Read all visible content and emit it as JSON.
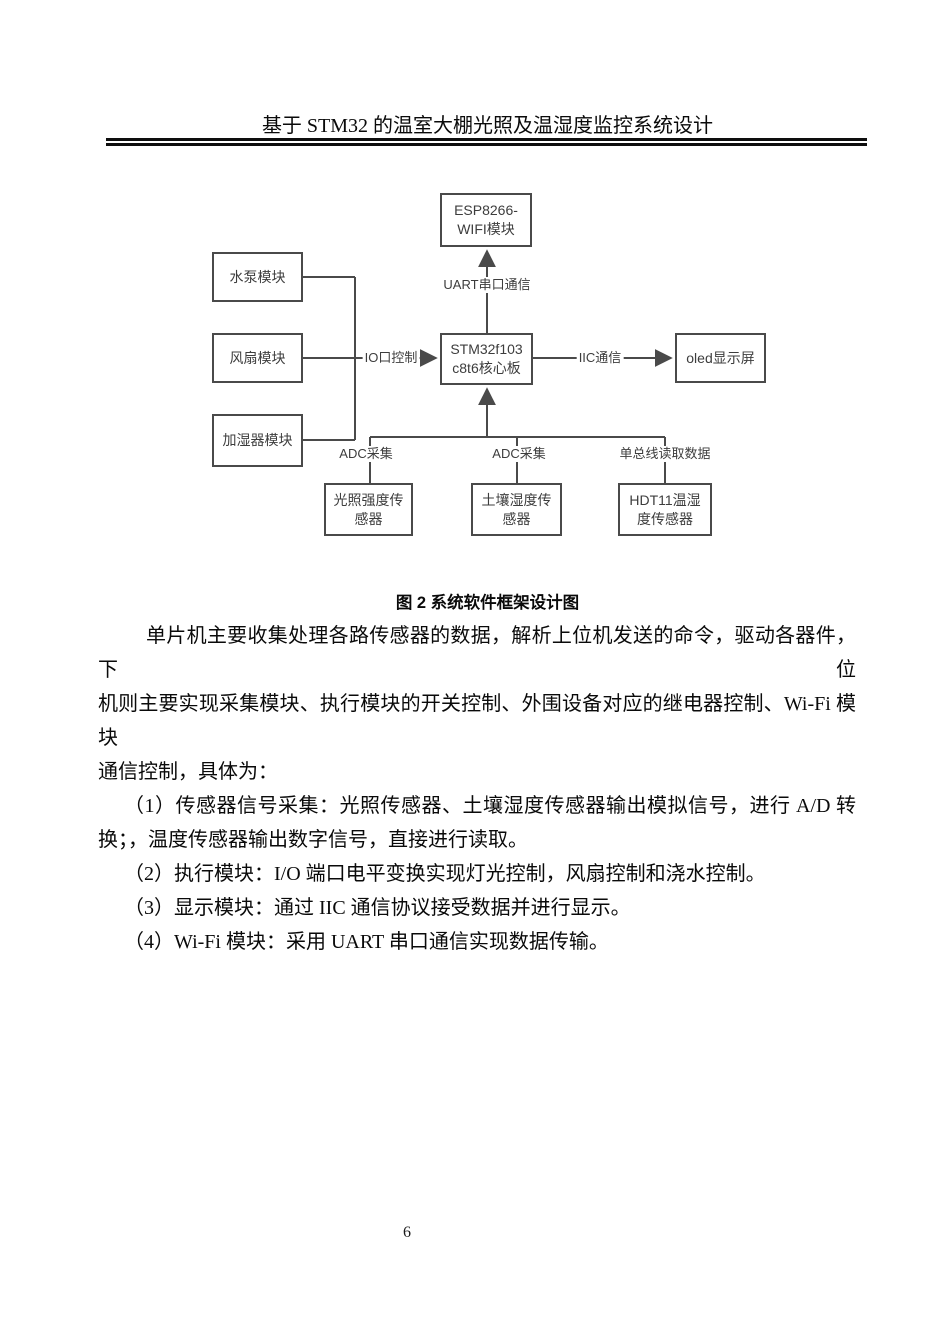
{
  "header": {
    "title": "基于 STM32 的温室大棚光照及温湿度监控系统设计"
  },
  "diagram": {
    "line_color": "#4a4a4a",
    "nodes": {
      "esp8266": "ESP8266-\nWIFI模块",
      "water_pump": "水泵模块",
      "fan": "风扇模块",
      "humidifier": "加湿器模块",
      "stm32": "STM32f103\nc8t6核心板",
      "oled": "oled显示屏",
      "light_sensor": "光照强度传\n感器",
      "soil_sensor": "土壤湿度传\n感器",
      "dht_sensor": "HDT11温湿\n度传感器"
    },
    "labels": {
      "uart": "UART串口通信",
      "io": "IO口控制",
      "iic": "IIC通信",
      "adc1": "ADC采集",
      "adc2": "ADC采集",
      "onewire": "单总线读取数据"
    }
  },
  "caption": "图 2 系统软件框架设计图",
  "body": {
    "lines": [
      {
        "text": "单片机主要收集处理各路传感器的数据，解析上位机发送的命令，驱动各器件，下位"
      },
      {
        "text": "机则主要实现采集模块、执行模块的开关控制、外围设备对应的继电器控制、Wi-Fi 模块"
      },
      {
        "text": "通信控制，具体为："
      },
      {
        "text": "（1）传感器信号采集：光照传感器、土壤湿度传感器输出模拟信号，进行 A/D 转"
      },
      {
        "text": "换；，温度传感器输出数字信号，直接进行读取。"
      },
      {
        "text": "（2）执行模块：I/O 端口电平变换实现灯光控制，风扇控制和浇水控制。"
      },
      {
        "text": "（3）显示模块：通过 IIC 通信协议接受数据并进行显示。"
      },
      {
        "text": "（4）Wi-Fi 模块：采用 UART 串口通信实现数据传输。"
      }
    ]
  },
  "footer": {
    "page_number": "6"
  }
}
